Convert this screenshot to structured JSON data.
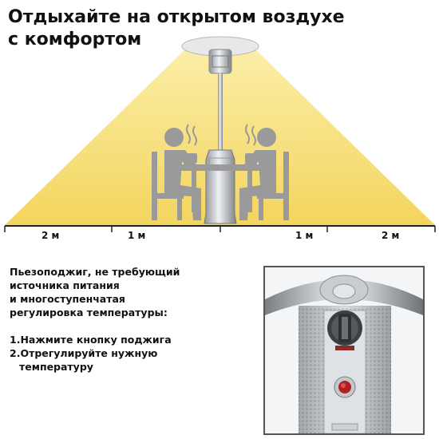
{
  "title": {
    "line1": "Отдыхайте на открытом воздухе",
    "line2": "с комфортом"
  },
  "scale": {
    "left_2m": "2 м",
    "left_1m": "1 м",
    "right_1m": "1 м",
    "right_2m": "2 м"
  },
  "info": {
    "lines": [
      "Пьезоподжиг, не требующий",
      "источника питания",
      "и многоступенчатая",
      "регулировка температуры:"
    ],
    "steps": [
      "1.Нажмите кнопку поджига",
      "2.Отрегулируйте нужную",
      "температуру"
    ]
  },
  "colors": {
    "light": "#f6df7a",
    "figure": "#9a9a9a",
    "steel": "#c9cdd1"
  },
  "icons": [
    "patio-heater-icon",
    "person-icon",
    "table-icon",
    "chair-icon",
    "steam-icon"
  ]
}
